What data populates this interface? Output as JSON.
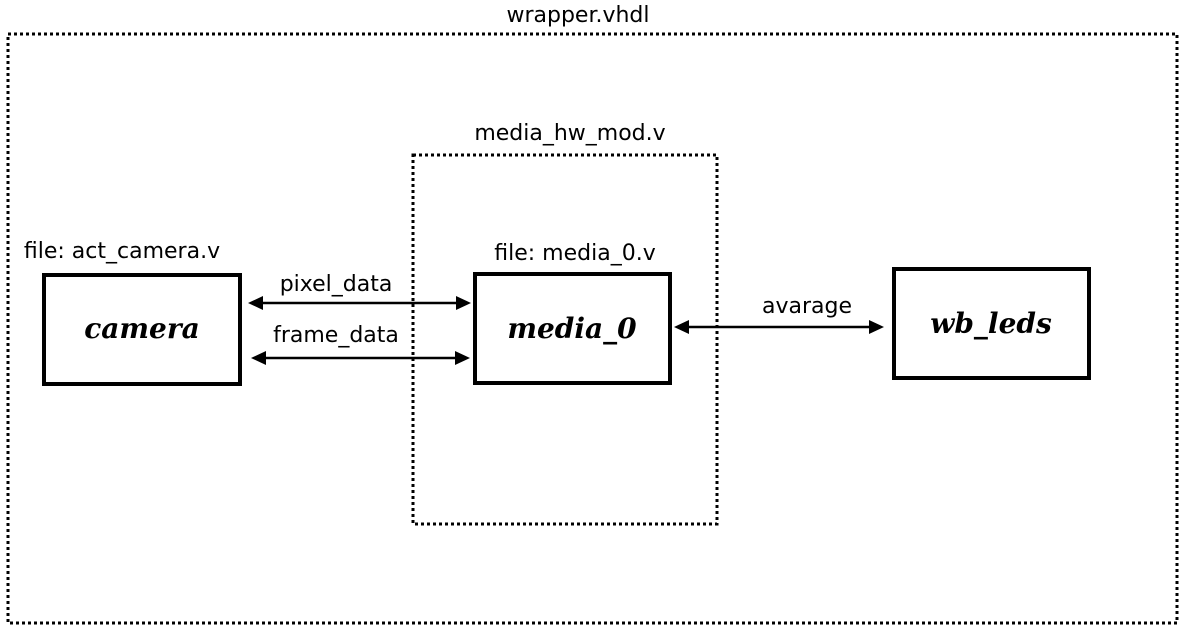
{
  "containers": {
    "wrapper": {
      "label": "wrapper.vhdl"
    },
    "media_hw_mod": {
      "label": "media_hw_mod.v"
    }
  },
  "blocks": {
    "camera": {
      "title": "camera",
      "file_label": "file: act_camera.v"
    },
    "media_0": {
      "title": "media_0",
      "file_label": "file: media_0.v"
    },
    "wb_leds": {
      "title": "wb_leds"
    }
  },
  "connections": {
    "pixel_data": {
      "label": "pixel_data",
      "from": "camera",
      "to": "media_0",
      "direction": "bidirectional"
    },
    "frame_data": {
      "label": "frame_data",
      "from": "camera",
      "to": "media_0",
      "direction": "bidirectional"
    },
    "avarage": {
      "label": "avarage",
      "from": "media_0",
      "to": "wb_leds",
      "direction": "bidirectional"
    }
  }
}
